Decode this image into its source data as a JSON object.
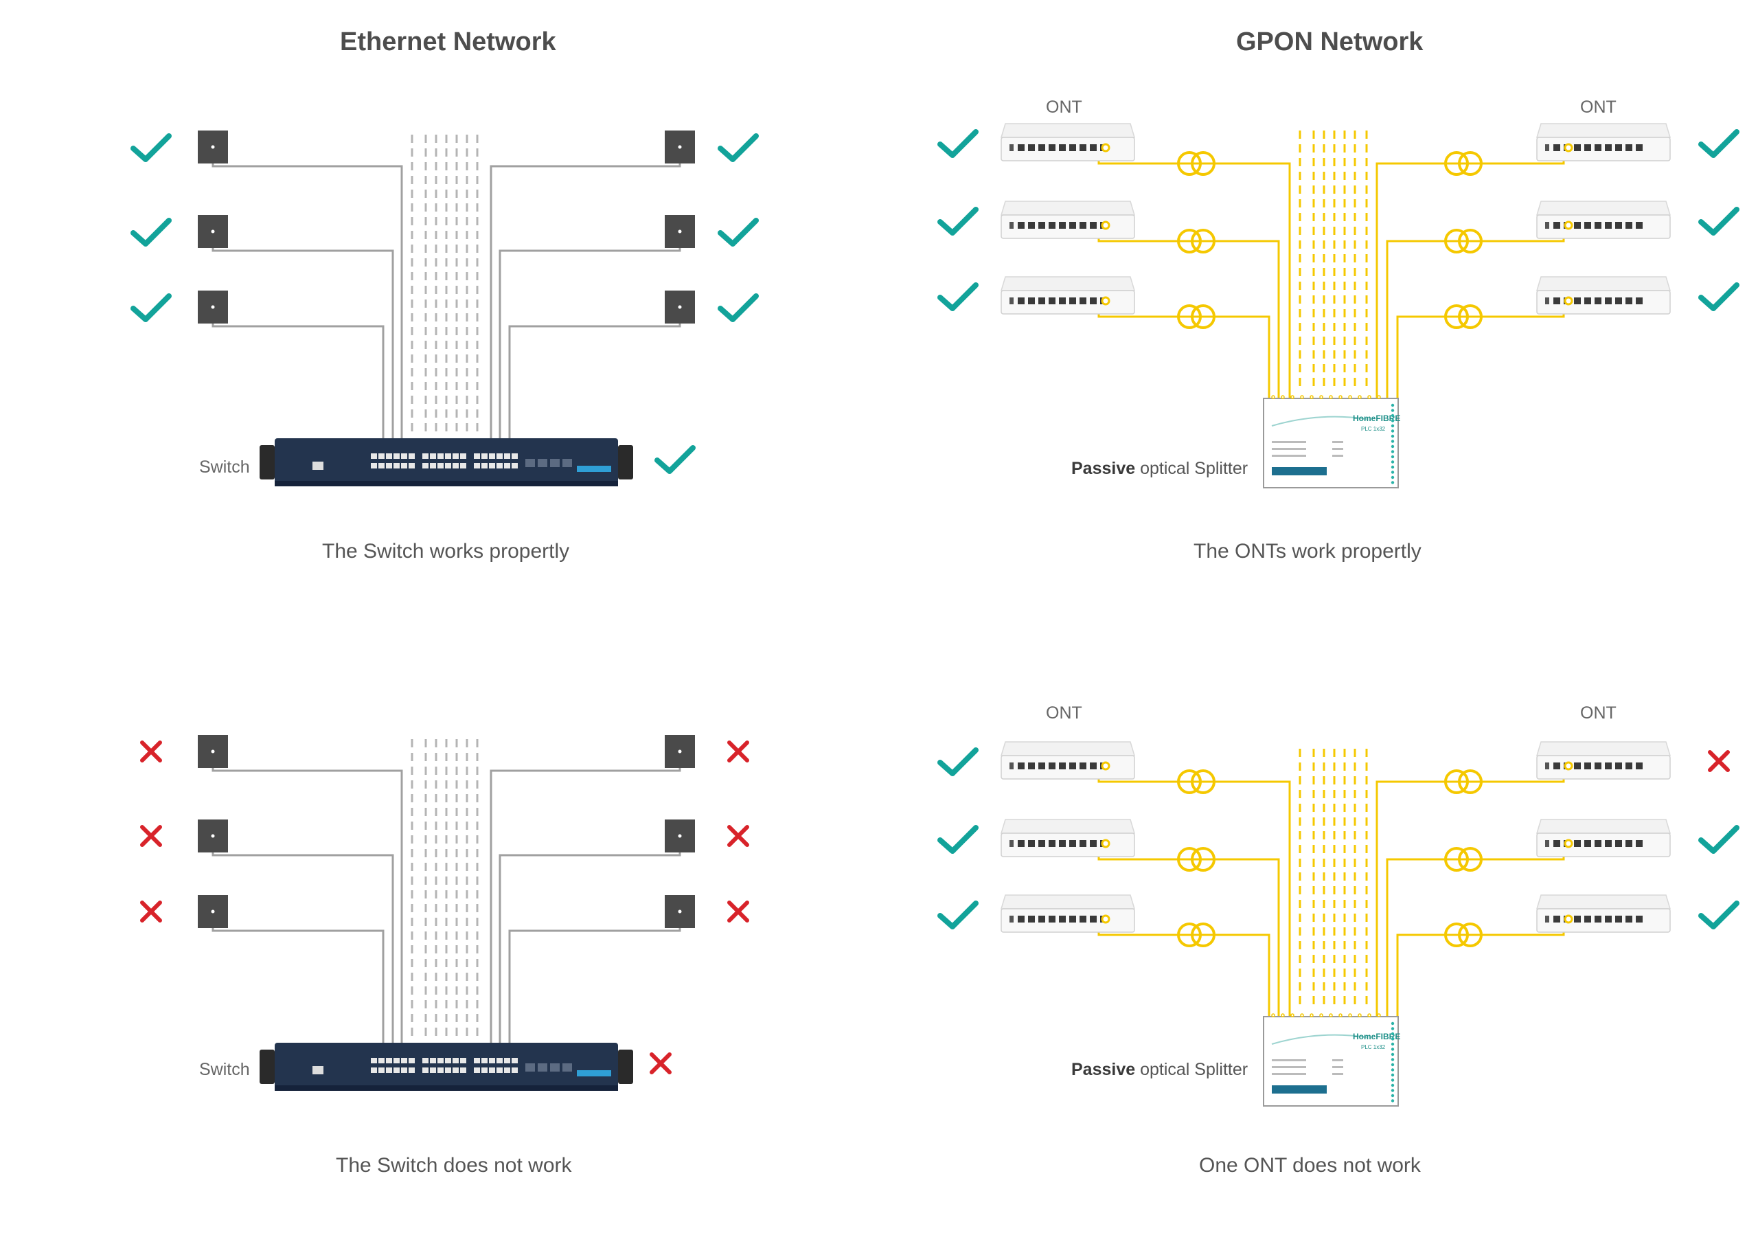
{
  "colors": {
    "ok": "#12a39a",
    "fail": "#d8232a",
    "fiber": "#f5c800",
    "copper": "#a0a0a0",
    "terminal": "#4a4a4a",
    "switch_body": "#23344e",
    "text": "#4d4d4d"
  },
  "icons": [
    "check-icon",
    "cross-icon",
    "fiber-coil-icon",
    "network-terminal-icon",
    "ont-device-icon",
    "switch-device-icon",
    "splitter-device-icon"
  ],
  "ethernet": {
    "title": "Ethernet Network",
    "switch_label": "Switch",
    "panels": [
      {
        "caption": "The Switch works propertly",
        "left_status": [
          "ok",
          "ok",
          "ok"
        ],
        "right_status": [
          "ok",
          "ok",
          "ok"
        ],
        "switch_status": "ok"
      },
      {
        "caption": "The Switch does not work",
        "left_status": [
          "fail",
          "fail",
          "fail"
        ],
        "right_status": [
          "fail",
          "fail",
          "fail"
        ],
        "switch_status": "fail"
      }
    ]
  },
  "gpon": {
    "title": "GPON Network",
    "ont_label": "ONT",
    "splitter_label_bold": "Passive",
    "splitter_label_rest": " optical Splitter",
    "splitter_brand": "HomeFIBRE",
    "splitter_model": "PLC 1x32",
    "panels": [
      {
        "caption": "The ONTs work propertly",
        "left_status": [
          "ok",
          "ok",
          "ok"
        ],
        "right_status": [
          "ok",
          "ok",
          "ok"
        ]
      },
      {
        "caption": "One ONT does not work",
        "left_status": [
          "ok",
          "ok",
          "ok"
        ],
        "right_status": [
          "fail",
          "ok",
          "ok"
        ]
      }
    ]
  }
}
